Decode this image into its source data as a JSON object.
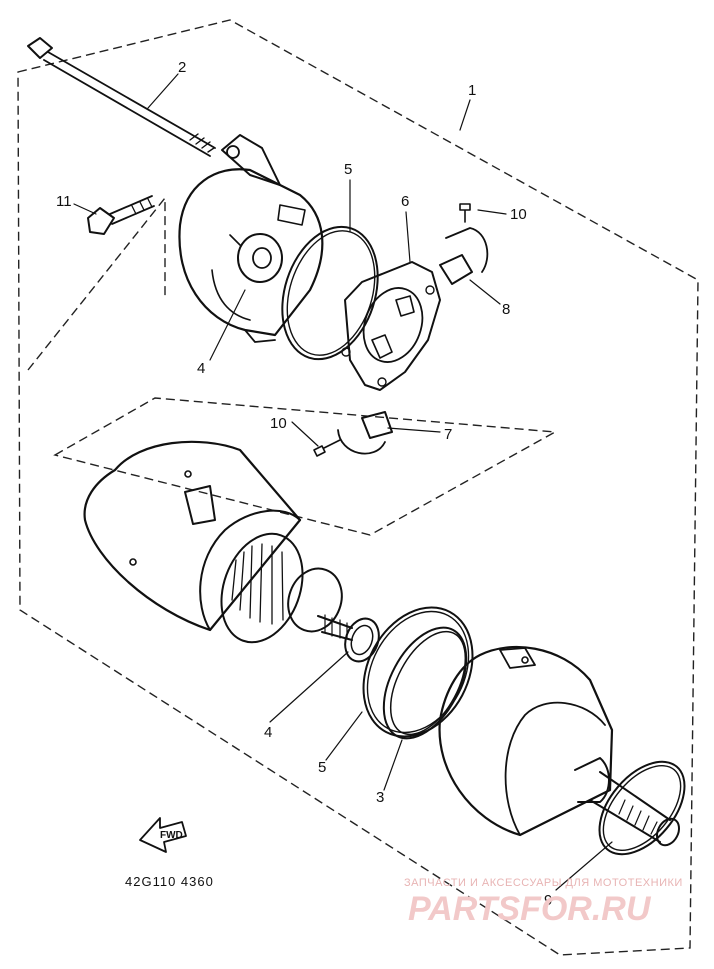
{
  "callouts": [
    {
      "id": "c1",
      "text": "1"
    },
    {
      "id": "c2",
      "text": "2"
    },
    {
      "id": "c3",
      "text": "3"
    },
    {
      "id": "c4a",
      "text": "4"
    },
    {
      "id": "c4b",
      "text": "4"
    },
    {
      "id": "c5a",
      "text": "5"
    },
    {
      "id": "c5b",
      "text": "5"
    },
    {
      "id": "c6",
      "text": "6"
    },
    {
      "id": "c7",
      "text": "7"
    },
    {
      "id": "c8",
      "text": "8"
    },
    {
      "id": "c9",
      "text": "9"
    },
    {
      "id": "c10a",
      "text": "10"
    },
    {
      "id": "c10b",
      "text": "10"
    },
    {
      "id": "c11",
      "text": "11"
    }
  ],
  "fwd_arrow_label": "FWD",
  "drawing_code": "42G110 4360",
  "watermark": {
    "tagline": "ЗАПЧАСТИ И АКСЕССУАРЫ ДЛЯ МОТОТЕХНИКИ",
    "brand": "PARTSFOR.RU"
  },
  "colors": {
    "ink": "#111111",
    "watermark": "#f2c9c9"
  }
}
